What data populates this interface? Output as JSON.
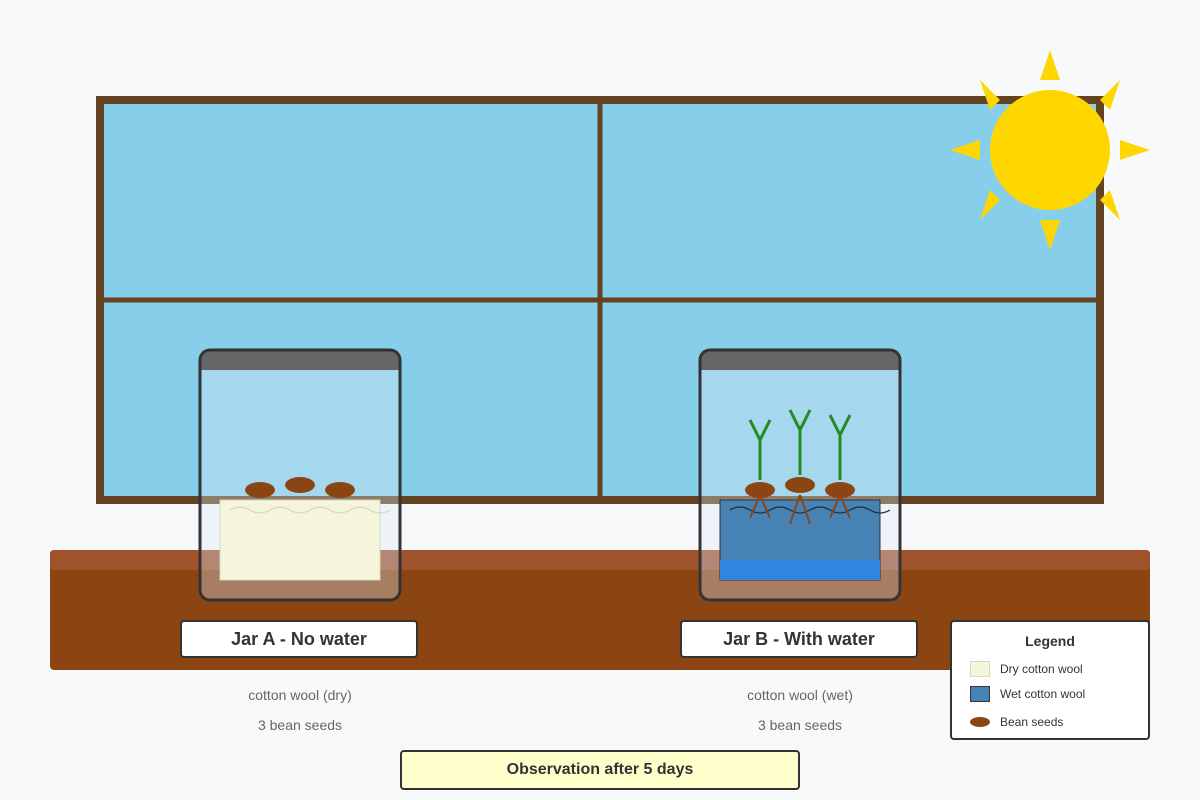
{
  "jars": {
    "a": {
      "label": "Jar A - No water",
      "medium": "cotton wool (dry)",
      "seeds": "3 bean seeds"
    },
    "b": {
      "label": "Jar B - With water",
      "medium": "cotton wool (wet)",
      "seeds": "3 bean seeds"
    }
  },
  "legend": {
    "title": "Legend",
    "items": [
      {
        "label": "Dry cotton wool",
        "swatch": "dry-cotton-swatch"
      },
      {
        "label": "Wet cotton wool",
        "swatch": "wet-cotton-swatch"
      },
      {
        "label": "Bean seeds",
        "swatch": "bean-seed-swatch"
      }
    ]
  },
  "observation": "Observation after 5 days",
  "colors": {
    "window_glass": "#87ceeb",
    "window_frame": "#654321",
    "sill": "#8b4513",
    "sun": "#ffd700",
    "dry_cotton": "#f5f5dc",
    "wet_cotton": "#4682b4",
    "water": "#2e86de",
    "bean": "#8b4513",
    "sprout": "#228b22",
    "jar_lid": "#666666"
  }
}
